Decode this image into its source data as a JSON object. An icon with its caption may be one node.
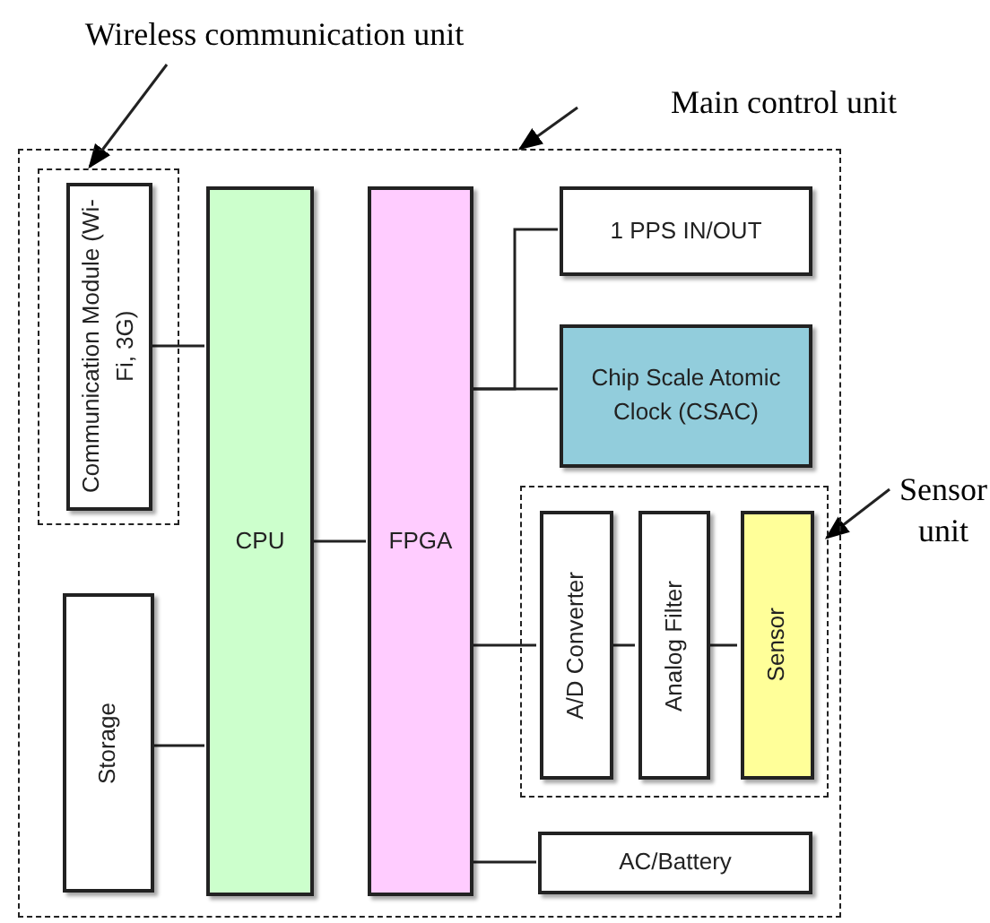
{
  "diagram": {
    "nodes": [
      {
        "text": [
          "Wireless communication unit"
        ]
      },
      {
        "text": [
          "Main control unit"
        ]
      },
      {
        "text": [],
        "shape": "box"
      },
      {
        "text": [],
        "shape": "box",
        "in": 2
      },
      {
        "text": [
          "Communication Module (Wi-Fi, 3G)"
        ],
        "in": 3
      },
      {
        "text": [
          "Storage"
        ],
        "in": 2
      },
      {
        "text": [
          "CPU"
        ],
        "in": 2
      },
      {
        "text": [
          "FPGA"
        ],
        "in": 2
      },
      {
        "text": [
          "1 PPS IN/OUT"
        ],
        "in": 2
      },
      {
        "text": [
          "Chip Scale Atomic Clock (CSAC)"
        ],
        "in": 2
      },
      {
        "text": [
          "Sensor unit"
        ]
      },
      {
        "text": [],
        "shape": "box",
        "in": 2
      },
      {
        "text": [
          "A/D Converter"
        ],
        "in": 11
      },
      {
        "text": [
          "Analog Filter"
        ],
        "in": 11
      },
      {
        "text": [
          "Sensor"
        ],
        "in": 11
      },
      {
        "text": [
          "AC/Battery"
        ],
        "in": 2
      }
    ],
    "edges": [
      {
        "from": 0,
        "to": 3,
        "arrow": "to"
      },
      {
        "from": 1,
        "to": 2,
        "arrow": "to"
      },
      {
        "from": 10,
        "to": 11,
        "arrow": "to"
      },
      {
        "from": 4,
        "to": 6,
        "arrow": "none"
      },
      {
        "from": 5,
        "to": 6,
        "arrow": "none"
      },
      {
        "from": 6,
        "to": 7,
        "arrow": "none"
      },
      {
        "from": 7,
        "to": 8,
        "arrow": "none"
      },
      {
        "from": 7,
        "to": 9,
        "arrow": "none"
      },
      {
        "from": 7,
        "to": 12,
        "arrow": "none"
      },
      {
        "from": 12,
        "to": 13,
        "arrow": "none"
      },
      {
        "from": 13,
        "to": 14,
        "arrow": "none"
      },
      {
        "from": 7,
        "to": 15,
        "arrow": "none"
      }
    ]
  }
}
